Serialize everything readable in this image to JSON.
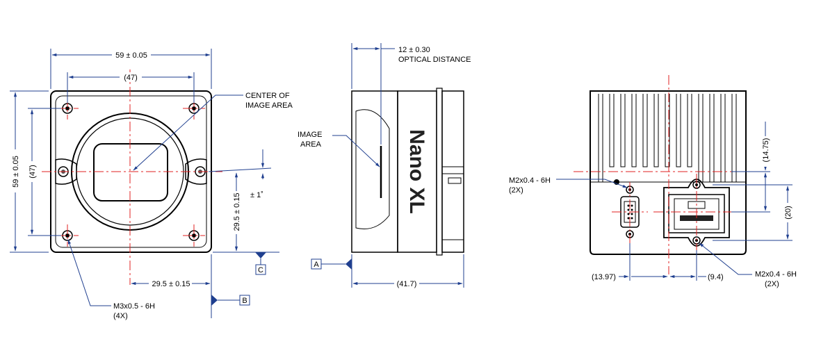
{
  "front_view": {
    "width_dim": "59 ± 0.05",
    "hole_spacing_h": "(47)",
    "height_dim": "59 ± 0.05",
    "hole_spacing_v": "(47)",
    "center_offset_v": "29.5 ± 0.15",
    "center_offset_h": "29.5 ± 0.15",
    "rotation_tol": "± 1˚",
    "center_label_1": "CENTER OF",
    "center_label_2": "IMAGE AREA",
    "hole_label_1": "M3x0.5 - 6H",
    "hole_label_2": "(4X)",
    "datum_c": "C",
    "datum_b": "B"
  },
  "side_view": {
    "optical_dim": "12 ± 0.30",
    "optical_label": "OPTICAL DISTANCE",
    "image_area_1": "IMAGE",
    "image_area_2": "AREA",
    "length_dim": "(41.7)",
    "datum_a": "A",
    "brand": "Nano XL"
  },
  "rear_view": {
    "screw_top_1": "M2x0.4 - 6H",
    "screw_top_2": "(2X)",
    "screw_bot_1": "M2x0.4 - 6H",
    "screw_bot_2": "(2X)",
    "dim_1475": "(14.75)",
    "dim_20": "(20)",
    "dim_1397": "(13.97)",
    "dim_94": "(9.4)"
  },
  "colors": {
    "dimension_line": "#1f3f8f",
    "centerline": "#e02020",
    "outline": "#000000"
  }
}
